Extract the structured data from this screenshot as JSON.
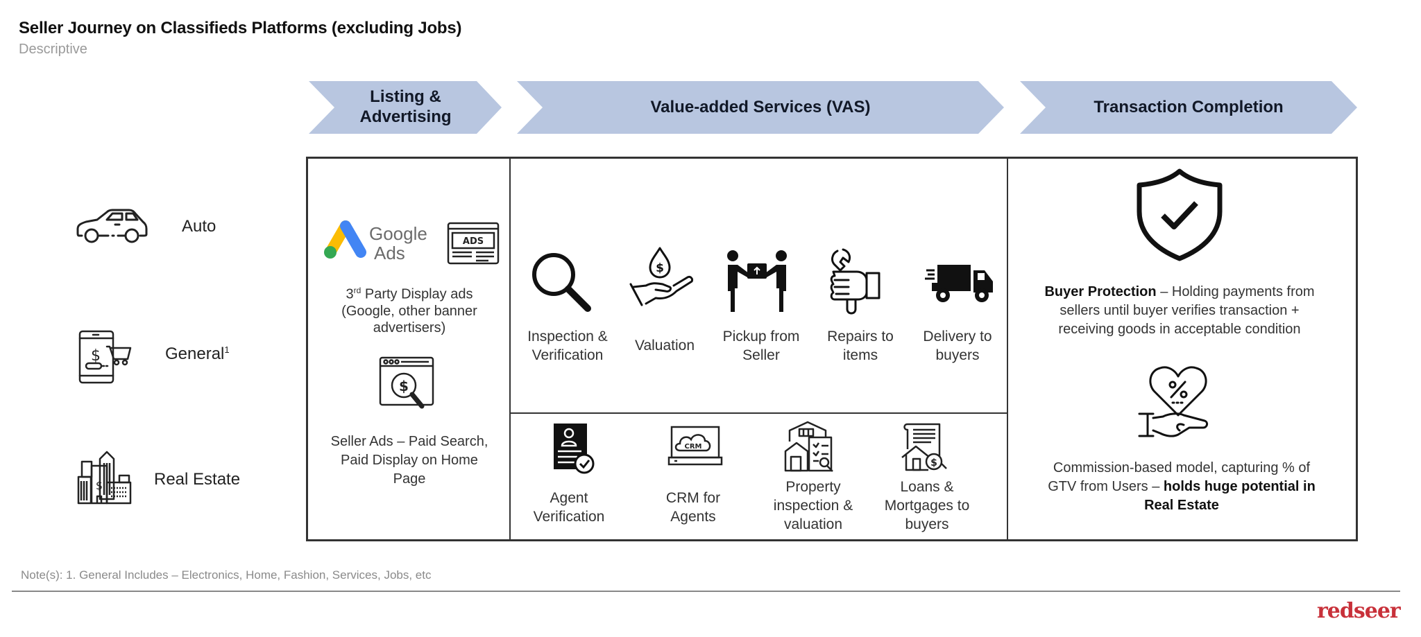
{
  "header": {
    "title": "Seller Journey on Classifieds Platforms (excluding Jobs)",
    "subtitle": "Descriptive"
  },
  "stages": [
    {
      "label_line1": "Listing &",
      "label_line2": "Advertising"
    },
    {
      "label": "Value-added Services (VAS)"
    },
    {
      "label": "Transaction Completion"
    }
  ],
  "categories": [
    {
      "label": "Auto",
      "icon": "car-icon"
    },
    {
      "label": "General",
      "superscript": "1",
      "icon": "mobile-shopping-icon"
    },
    {
      "label": "Real Estate",
      "icon": "buildings-icon"
    }
  ],
  "listing": {
    "google_ads": {
      "word1": "Google",
      "word2": "Ads",
      "badge": "ADS"
    },
    "third_party": {
      "line1_prefix": "3",
      "line1_sup": "rd",
      "line1_rest": " Party Display ads",
      "line2": "(Google, other banner",
      "line3": "advertisers)"
    },
    "seller_ads": {
      "line1": "Seller Ads – Paid Search,",
      "line2": "Paid Display on Home",
      "line3": "Page"
    }
  },
  "vas": {
    "general_row": [
      {
        "lines": [
          "Inspection &",
          "Verification"
        ],
        "icon": "magnifier-icon"
      },
      {
        "lines": [
          "Valuation"
        ],
        "icon": "hand-money-drop-icon"
      },
      {
        "lines": [
          "Pickup from",
          "Seller"
        ],
        "icon": "package-handover-icon"
      },
      {
        "lines": [
          "Repairs to",
          "items"
        ],
        "icon": "wrench-hand-icon"
      },
      {
        "lines": [
          "Delivery to",
          "buyers"
        ],
        "icon": "delivery-truck-icon"
      }
    ],
    "real_estate_row": [
      {
        "lines": [
          "Agent",
          "Verification"
        ],
        "icon": "agent-document-check-icon"
      },
      {
        "lines": [
          "CRM for",
          "Agents"
        ],
        "icon": "crm-laptop-icon",
        "badge": "CRM"
      },
      {
        "lines": [
          "Property",
          "inspection &",
          "valuation"
        ],
        "icon": "property-inspection-icon"
      },
      {
        "lines": [
          "Loans &",
          "Mortgages to",
          "buyers"
        ],
        "icon": "house-loan-icon"
      }
    ]
  },
  "transaction": {
    "buyer_protection": {
      "bold": "Buyer Protection",
      "line1_rest": " – Holding payments from",
      "line2": "sellers until buyer verifies transaction +",
      "line3": "receiving goods in acceptable condition"
    },
    "commission": {
      "line1": "Commission-based model, capturing % of",
      "line2_plain": "GTV from Users – ",
      "line2_bold": "holds huge potential in",
      "line3_bold": "Real Estate"
    }
  },
  "footer": {
    "note": "Note(s): 1. General Includes – Electronics, Home, Fashion, Services, Jobs, etc",
    "brand": "redseer"
  },
  "colors": {
    "chevron_fill": "#b8c6e0",
    "brand_red": "#c8313a",
    "google_blue": "#4285f4",
    "google_yellow": "#fbbc04",
    "google_green": "#34a853"
  }
}
